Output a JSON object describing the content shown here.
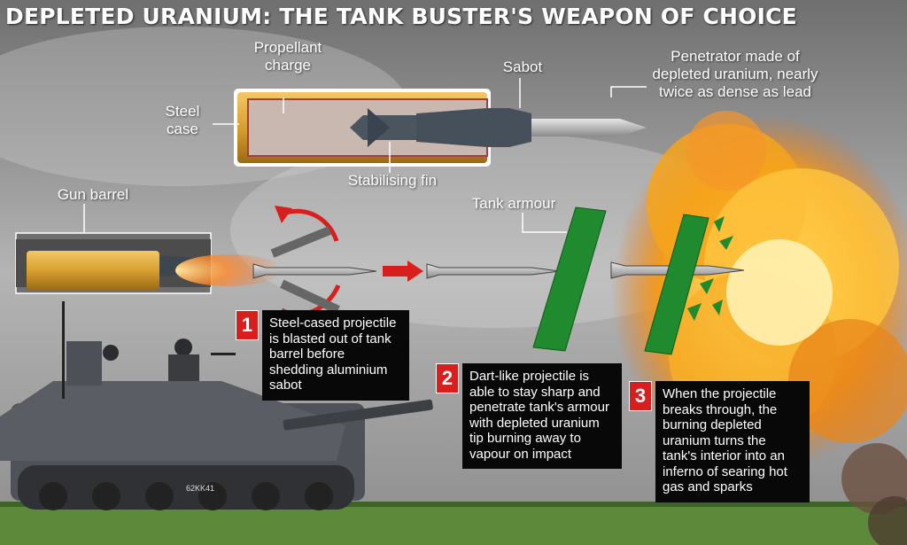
{
  "title": "DEPLETED URANIUM: THE TANK BUSTER'S WEAPON OF CHOICE",
  "labels": {
    "propellant": "Propellant charge",
    "sabot": "Sabot",
    "penetrator": "Penetrator made of depleted uranium, nearly twice as dense as lead",
    "steel_case": "Steel case",
    "stabilising_fin": "Stabilising fin",
    "gun_barrel": "Gun barrel",
    "tank_armour": "Tank armour",
    "tank_marking": "62KK41"
  },
  "steps": [
    {
      "num": "1",
      "text": "Steel-cased projectile is blasted out of tank barrel before shedding aluminium sabot"
    },
    {
      "num": "2",
      "text": "Dart-like projectile is able to stay sharp and penetrate tank's armour with depleted uranium tip burning away to vapour on impact"
    },
    {
      "num": "3",
      "text": "When the projectile breaks through, the burning depleted uranium turns the tank's interior into an inferno of searing hot gas and sparks"
    }
  ],
  "colors": {
    "step_badge": "#d91e1e",
    "armour": "#1f8a2e",
    "brass": "#d9a030",
    "explosion": "#f6a51c"
  }
}
